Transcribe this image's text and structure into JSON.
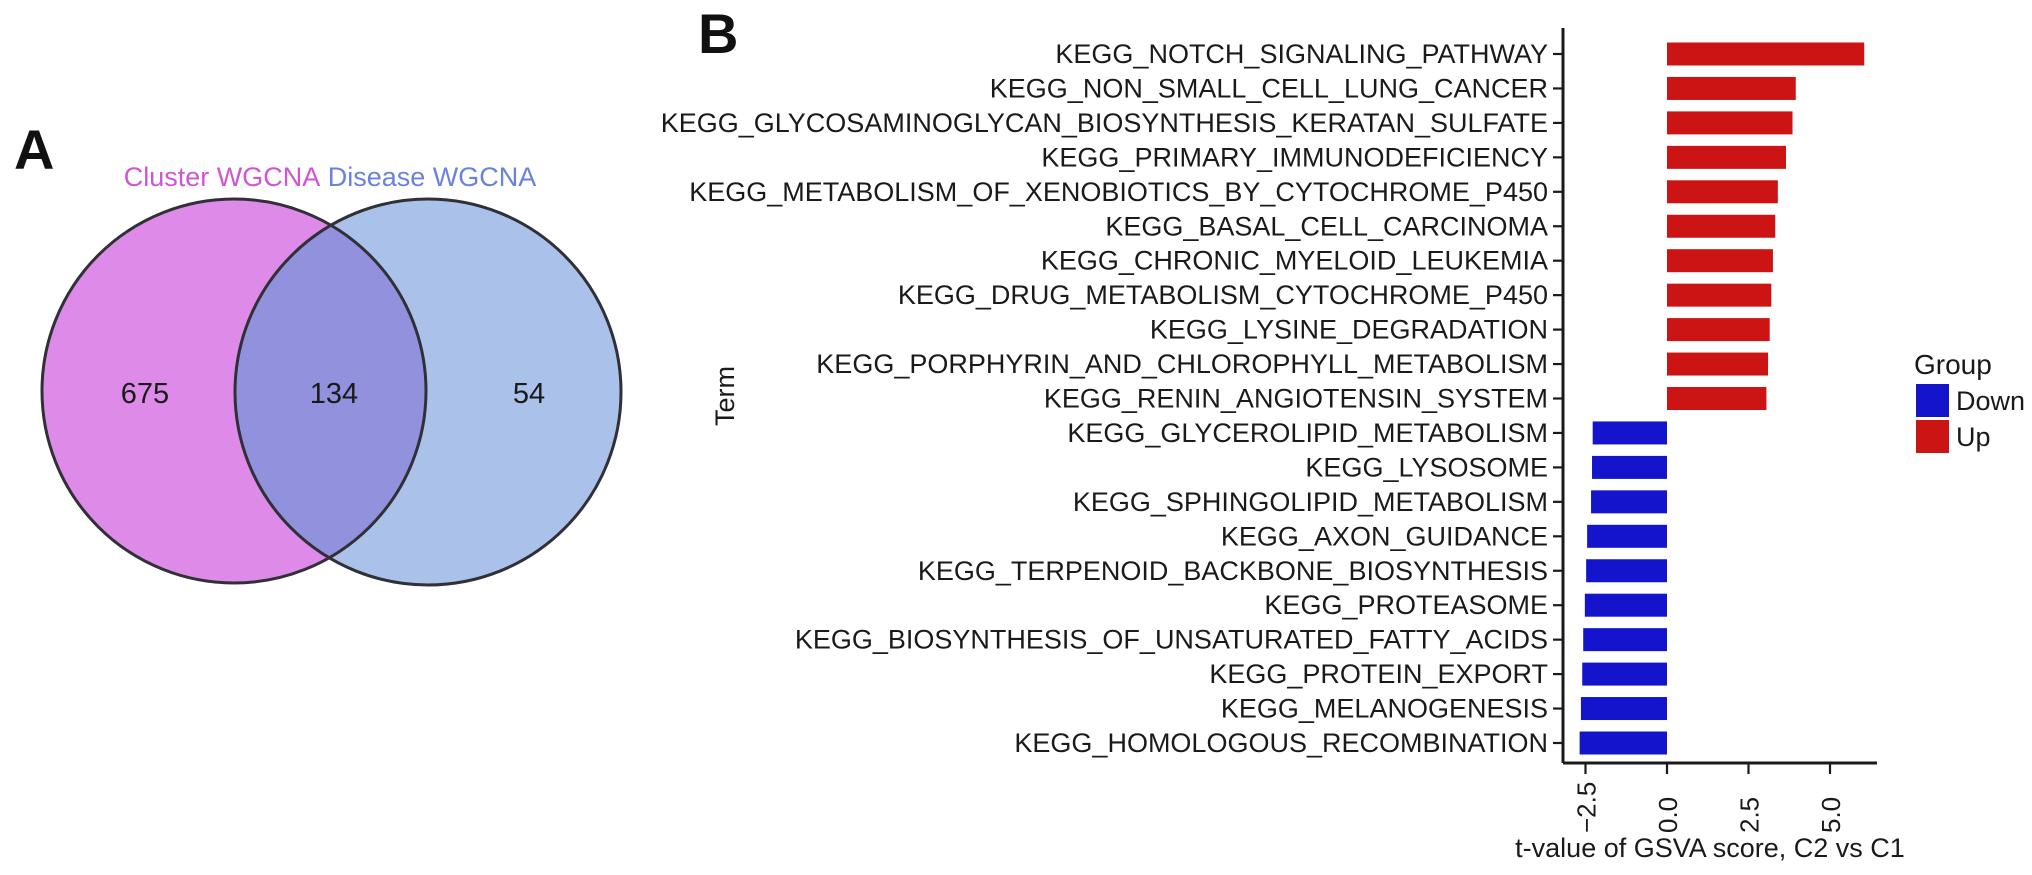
{
  "figure": {
    "panel_a_letter": "A",
    "panel_b_letter": "B"
  },
  "chart_data": [
    {
      "type": "venn",
      "left_set": "Cluster WGCNA",
      "right_set": "Disease WGCNA",
      "left_only": "675",
      "overlap": "134",
      "right_only": "54",
      "colors": {
        "left_fill": "#DD8AE9",
        "right_fill": "#AAC2E9",
        "overlap_fill": "#9191DE",
        "outline": "#303036",
        "left_label_color": "#D055D5",
        "right_label_color": "#6982DC"
      }
    },
    {
      "type": "bar",
      "orientation": "horizontal",
      "title": "",
      "xlabel": "t-value of GSVA score, C2 vs C1",
      "ylabel": "Term",
      "xlim": [
        -3.2,
        6.45
      ],
      "grid": false,
      "xtick_values": [
        -2.5,
        0.0,
        2.5,
        5.0
      ],
      "xtick_labels": [
        "−2.5",
        "0.0",
        "2.5",
        "5.0"
      ],
      "legend": {
        "title": "Group",
        "position": "right",
        "entries": [
          {
            "label": "Down",
            "color": "#1414CC"
          },
          {
            "label": "Up",
            "color": "#CC1414"
          }
        ]
      },
      "categories": [
        "KEGG_NOTCH_SIGNALING_PATHWAY",
        "KEGG_NON_SMALL_CELL_LUNG_CANCER",
        "KEGG_GLYCOSAMINOGLYCAN_BIOSYNTHESIS_KERATAN_SULFATE",
        "KEGG_PRIMARY_IMMUNODEFICIENCY",
        "KEGG_METABOLISM_OF_XENOBIOTICS_BY_CYTOCHROME_P450",
        "KEGG_BASAL_CELL_CARCINOMA",
        "KEGG_CHRONIC_MYELOID_LEUKEMIA",
        "KEGG_DRUG_METABOLISM_CYTOCHROME_P450",
        "KEGG_LYSINE_DEGRADATION",
        "KEGG_PORPHYRIN_AND_CHLOROPHYLL_METABOLISM",
        "KEGG_RENIN_ANGIOTENSIN_SYSTEM",
        "KEGG_GLYCEROLIPID_METABOLISM",
        "KEGG_LYSOSOME",
        "KEGG_SPHINGOLIPID_METABOLISM",
        "KEGG_AXON_GUIDANCE",
        "KEGG_TERPENOID_BACKBONE_BIOSYNTHESIS",
        "KEGG_PROTEASOME",
        "KEGG_BIOSYNTHESIS_OF_UNSATURATED_FATTY_ACIDS",
        "KEGG_PROTEIN_EXPORT",
        "KEGG_MELANOGENESIS",
        "KEGG_HOMOLOGOUS_RECOMBINATION"
      ],
      "values": [
        6.05,
        3.95,
        3.85,
        3.65,
        3.4,
        3.32,
        3.25,
        3.2,
        3.15,
        3.1,
        3.05,
        -2.28,
        -2.3,
        -2.33,
        -2.45,
        -2.48,
        -2.52,
        -2.57,
        -2.6,
        -2.64,
        -2.68
      ],
      "groups": [
        "Up",
        "Up",
        "Up",
        "Up",
        "Up",
        "Up",
        "Up",
        "Up",
        "Up",
        "Up",
        "Up",
        "Down",
        "Down",
        "Down",
        "Down",
        "Down",
        "Down",
        "Down",
        "Down",
        "Down",
        "Down"
      ]
    }
  ]
}
